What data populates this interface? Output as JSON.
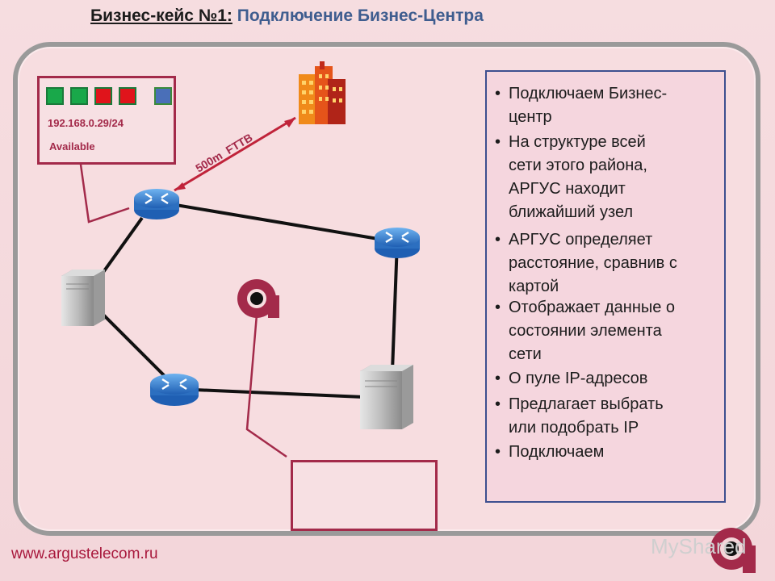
{
  "title": {
    "lead": "Бизнес-кейс №1:",
    "rest": " Подключение Бизнес-Центра"
  },
  "ip_box": {
    "ip": "192.168.0.29/24",
    "status": "Available",
    "squares": [
      "green",
      "green",
      "red",
      "red",
      "blue"
    ]
  },
  "link_label": "500m  FTTB",
  "bullets": [
    "Подключаем Бизнес-\nцентр",
    "На структуре всей\nсети этого района,\nАРГУС находит\nближайший узел",
    "АРГУС определяет\nрасстояние, сравнив с\nкартой",
    "Отображает данные о\nсостоянии элемента\nсети",
    "О пуле IP-адресов",
    "Предлагает выбрать\nили подобрать IP",
    "Подключаем"
  ],
  "footer_url": "www.argustelecom.ru",
  "watermark": "MyShared",
  "icons": {
    "router": "router-icon",
    "server": "server-icon",
    "building": "building-icon",
    "map": "map-icon",
    "logo": "argus-logo-icon",
    "smiley": "smiley-icon"
  },
  "colors": {
    "accent": "#a32a4a",
    "title_blue": "#3f5d8f",
    "link_red": "#c0233a"
  }
}
